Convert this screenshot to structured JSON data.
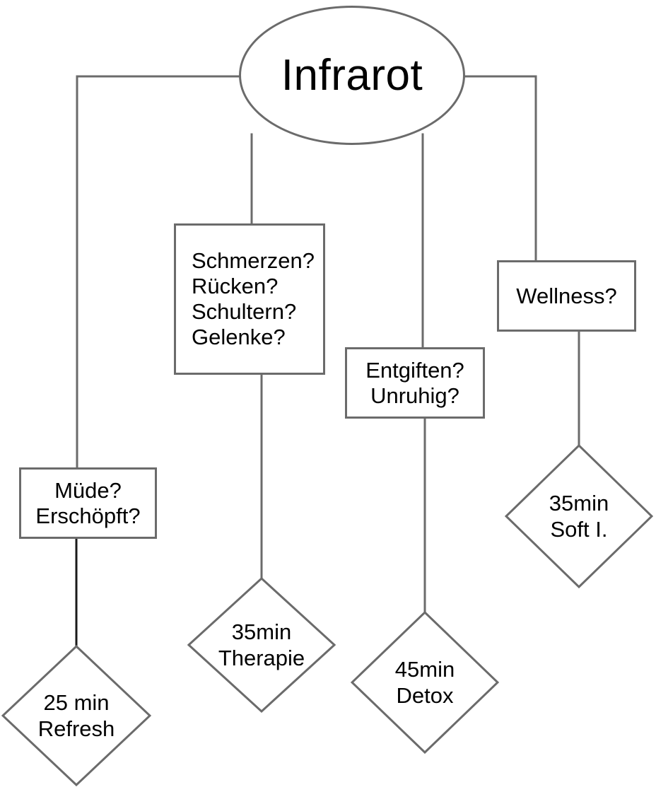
{
  "diagram": {
    "title": "Infrarot",
    "type": "flowchart",
    "stroke_color": "#6b6b6b",
    "highlight_stroke_color": "#1a1a1a",
    "background_color": "#ffffff",
    "text_color": "#000000"
  },
  "root": {
    "label": "Infrarot",
    "shape": "ellipse"
  },
  "branches": [
    {
      "id": "tired",
      "condition": {
        "lines": [
          "Müde?",
          "Erschöpft?"
        ],
        "shape": "rectangle"
      },
      "outcome": {
        "lines": [
          "25 min",
          "Refresh"
        ],
        "shape": "diamond"
      },
      "connector_color": "#1a1a1a"
    },
    {
      "id": "pain",
      "condition": {
        "lines": [
          "Schmerzen?",
          "Rücken?",
          "Schultern?",
          "Gelenke?"
        ],
        "shape": "rectangle"
      },
      "outcome": {
        "lines": [
          "35min",
          "Therapie"
        ],
        "shape": "diamond"
      },
      "connector_color": "#6b6b6b"
    },
    {
      "id": "detox",
      "condition": {
        "lines": [
          "Entgiften?",
          "Unruhig?"
        ],
        "shape": "rectangle"
      },
      "outcome": {
        "lines": [
          "45min",
          "Detox"
        ],
        "shape": "diamond"
      },
      "connector_color": "#6b6b6b"
    },
    {
      "id": "wellness",
      "condition": {
        "lines": [
          "Wellness?"
        ],
        "shape": "rectangle"
      },
      "outcome": {
        "lines": [
          "35min",
          "Soft I."
        ],
        "shape": "diamond"
      },
      "connector_color": "#6b6b6b"
    }
  ]
}
